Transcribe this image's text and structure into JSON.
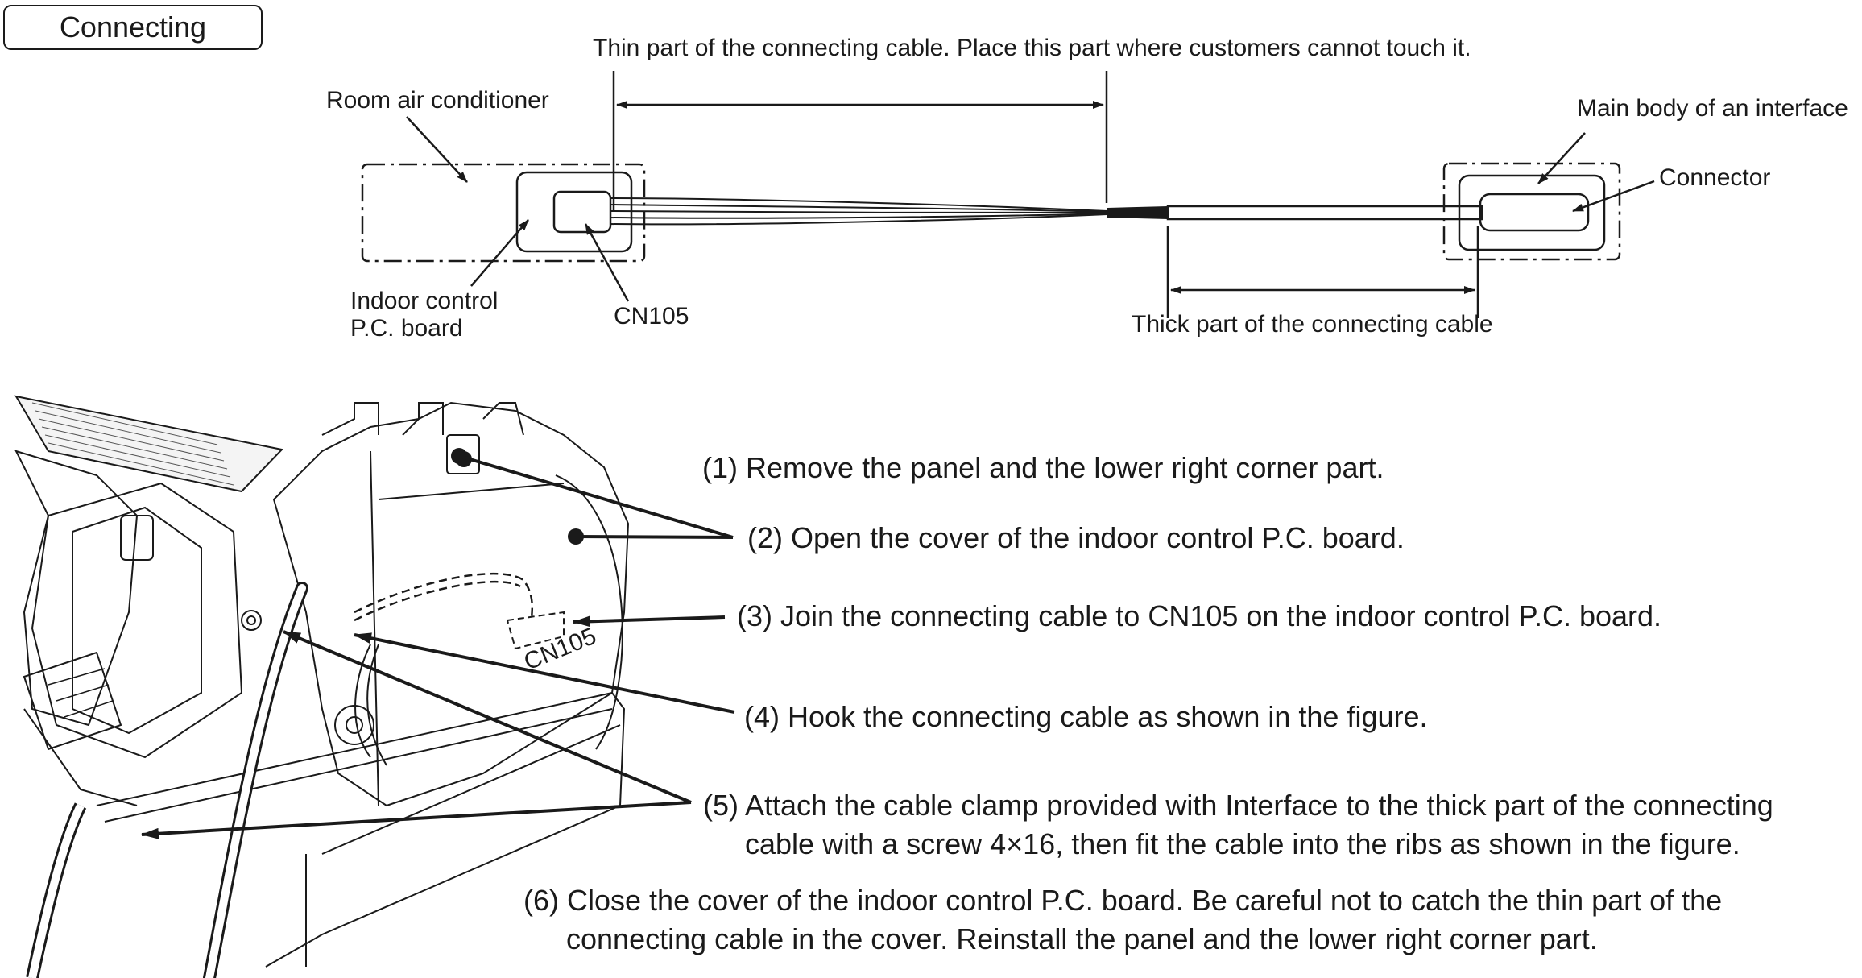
{
  "heading": "Connecting",
  "top_diagram": {
    "thin_part_label": "Thin part of the connecting cable. Place this part where customers cannot touch it.",
    "room_ac_label": "Room air conditioner",
    "indoor_board_label_line1": "Indoor control",
    "indoor_board_label_line2": "P.C. board",
    "cn105_label": "CN105",
    "thick_part_label": "Thick part of the connecting cable",
    "interface_body_label": "Main body of an interface",
    "connector_label": "Connector"
  },
  "bottom_diagram": {
    "cn105_tag": "CN105",
    "steps": [
      {
        "num": "(1)",
        "lines": [
          "Remove the panel and the lower right corner part."
        ]
      },
      {
        "num": "(2)",
        "lines": [
          "Open the cover of the indoor control P.C. board."
        ]
      },
      {
        "num": "(3)",
        "lines": [
          "Join the connecting cable to CN105 on the indoor control P.C. board."
        ]
      },
      {
        "num": "(4)",
        "lines": [
          "Hook the connecting cable as shown in the figure."
        ]
      },
      {
        "num": "(5)",
        "lines": [
          "Attach the cable clamp provided with Interface to the thick part of the connecting",
          "cable with a screw 4×16, then fit the cable into the ribs as shown in the figure."
        ]
      },
      {
        "num": "(6)",
        "lines": [
          "Close the cover of the indoor control P.C. board. Be careful not to catch the thin part of the",
          "connecting cable in the cover. Reinstall the panel and the lower right corner part."
        ]
      }
    ]
  }
}
